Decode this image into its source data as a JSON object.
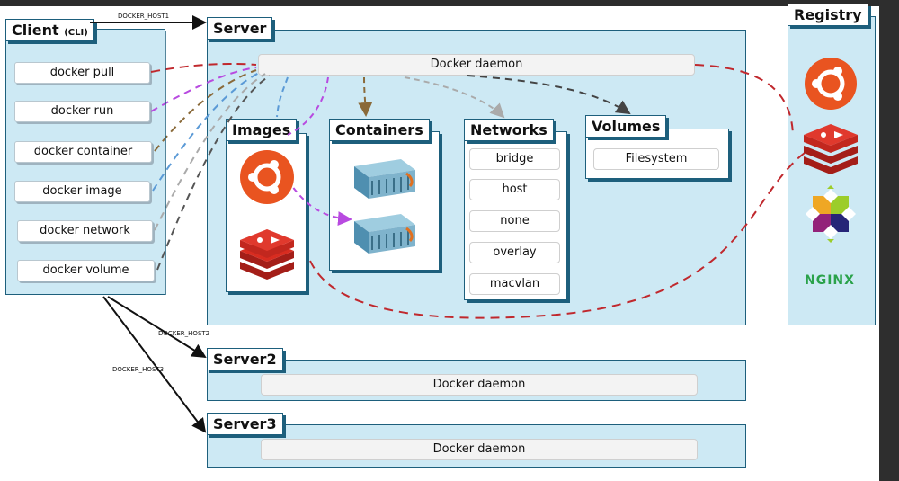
{
  "client": {
    "title": "Client",
    "title_suffix": "(CLI)",
    "commands": [
      "docker pull",
      "docker run",
      "docker container",
      "docker image",
      "docker network",
      "docker volume"
    ]
  },
  "server": {
    "title": "Server",
    "daemon": "Docker daemon",
    "images": {
      "title": "Images"
    },
    "containers": {
      "title": "Containers"
    },
    "networks": {
      "title": "Networks",
      "items": [
        "bridge",
        "host",
        "none",
        "overlay",
        "macvlan"
      ]
    },
    "volumes": {
      "title": "Volumes",
      "items": [
        "Filesystem"
      ]
    }
  },
  "server2": {
    "title": "Server2",
    "daemon": "Docker daemon"
  },
  "server3": {
    "title": "Server3",
    "daemon": "Docker daemon"
  },
  "registry": {
    "title": "Registry",
    "logo_text": "NGINX"
  },
  "connections": {
    "host1": "DOCKER_HOST1",
    "host2": "DOCKER_HOST2",
    "host3": "DOCKER_HOST3"
  },
  "colors": {
    "panel": "#cde9f4",
    "border": "#1d5f7c",
    "ubuntu": "#e95420",
    "redis": "#d82c20",
    "nginx": "#2aa24a",
    "red_dash": "#c0282d",
    "purple_dash": "#b84ae0",
    "blue_dash": "#5b9ad6",
    "brown_dash": "#8a6a3a",
    "gray_dash": "#666666"
  }
}
